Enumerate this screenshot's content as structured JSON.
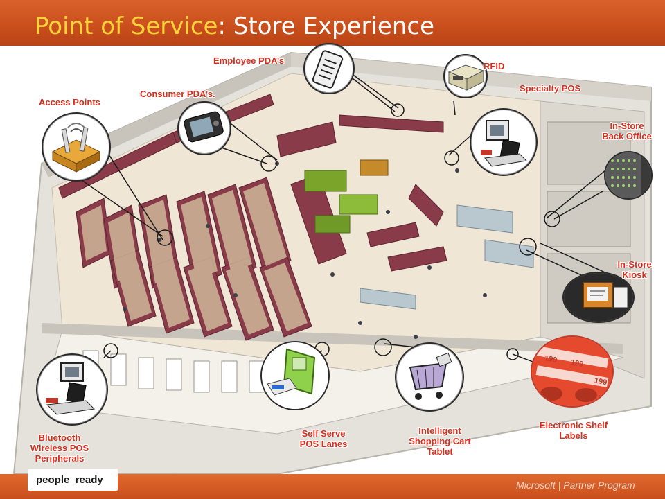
{
  "slide": {
    "title_highlight": "Point of Service",
    "title_rest": ": Store Experience",
    "footer_left_logo": "people_ready",
    "footer_right_logo": "Microsoft | Partner Program"
  },
  "callouts": {
    "employee_pdas": "Employee PDA’s",
    "rfid": "RFID",
    "specialty_pos": "Specialty POS",
    "consumer_pdas": "Consumer PDA’s.",
    "access_points": "Access Points",
    "back_office_line1": "In-Store",
    "back_office_line2": "Back Office",
    "kiosk_line1": "In-Store",
    "kiosk_line2": "Kiosk",
    "shelf_labels_line1": "Electronic Shelf",
    "shelf_labels_line2": "Labels",
    "cart_line1": "Intelligent",
    "cart_line2": "Shopping Cart",
    "cart_line3": "Tablet",
    "self_serve_line1": "Self Serve",
    "self_serve_line2": "POS Lanes",
    "bluetooth_line1": "Bluetooth",
    "bluetooth_line2": "Wireless POS",
    "bluetooth_line3": "Peripherals"
  },
  "shelf_price": "199",
  "colors": {
    "header_orange": "#c94e1c",
    "title_accent": "#ffd33a",
    "label_red": "#d92e1c",
    "shelf_maroon": "#8a3b4a",
    "floor": "#efe6d6"
  }
}
